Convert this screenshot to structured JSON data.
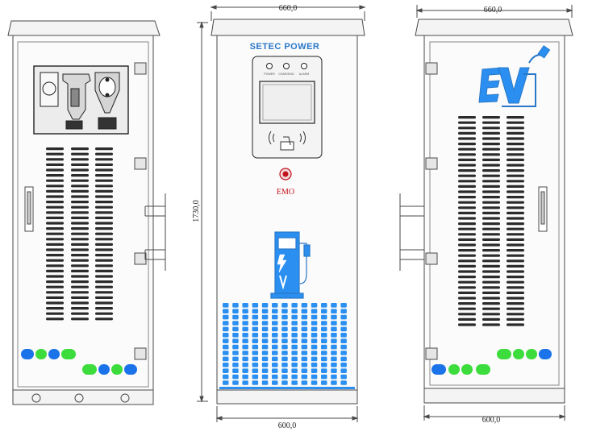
{
  "dimensions": {
    "top_width": "660,0",
    "bottom_width": "600,0",
    "height": "1730,0"
  },
  "front_panel": {
    "brand": "SETEC POWER",
    "indicators": [
      "POWER",
      "CHARGING",
      "ALARM"
    ],
    "emergency_stop_label": "EMO"
  },
  "logo": {
    "text": "EV"
  },
  "colors": {
    "outline": "#4a4a4a",
    "cabinet_fill": "#f7f7f7",
    "brand_blue": "#2a78c8",
    "vent_blue": "#2a8ff0",
    "emo_red": "#c0141e",
    "light_green": "#3ddc3d",
    "light_blue": "#1a73e8"
  }
}
